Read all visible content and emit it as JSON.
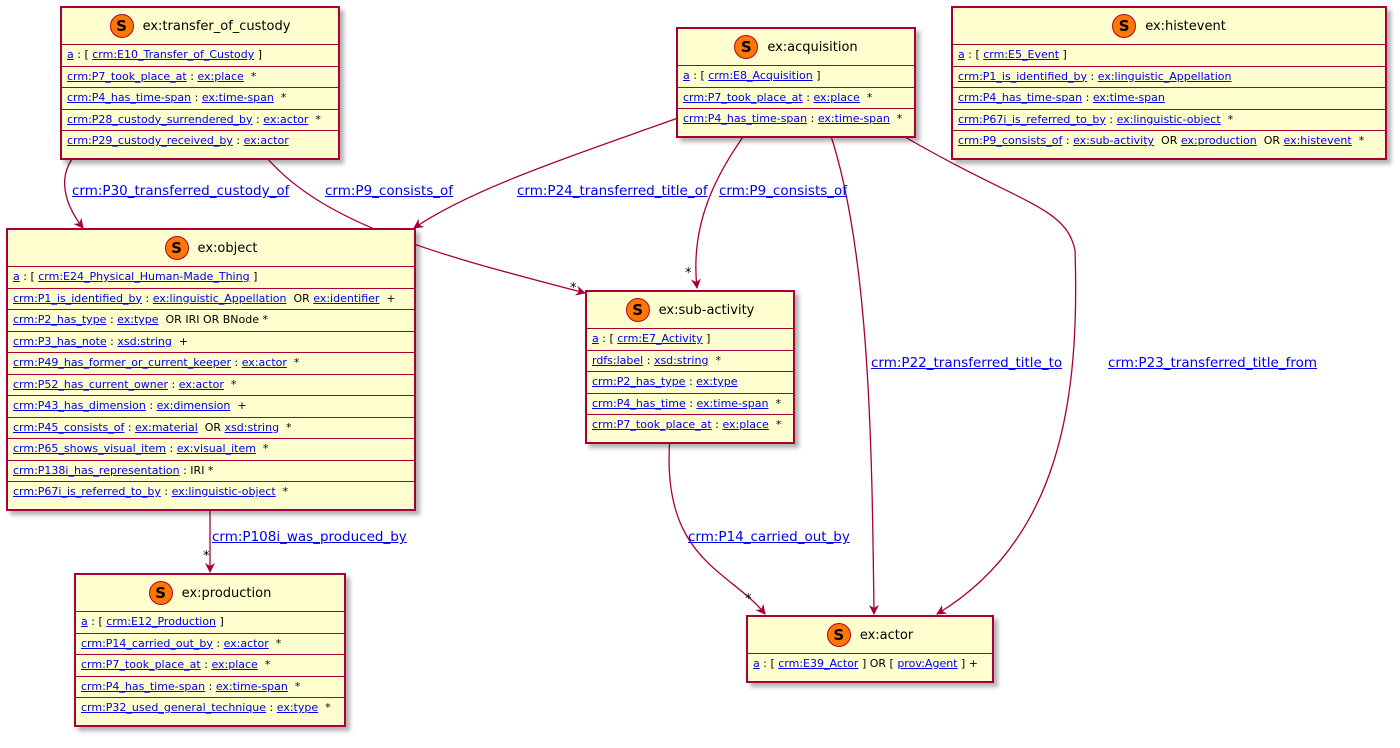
{
  "shapes": [
    {
      "id": "transfer",
      "title": "ex:transfer_of_custody",
      "rows": [
        [
          [
            "l",
            "a"
          ],
          [
            "t",
            " : [ "
          ],
          [
            "l",
            "crm:E10_Transfer_of_Custody"
          ],
          [
            "t",
            " ]"
          ]
        ],
        [
          [
            "l",
            "crm:P7_took_place_at"
          ],
          [
            "t",
            " : "
          ],
          [
            "l",
            "ex:place"
          ],
          [
            "t",
            "  *"
          ]
        ],
        [
          [
            "l",
            "crm:P4_has_time-span"
          ],
          [
            "t",
            " : "
          ],
          [
            "l",
            "ex:time-span"
          ],
          [
            "t",
            "  *"
          ]
        ],
        [
          [
            "l",
            "crm:P28_custody_surrendered_by"
          ],
          [
            "t",
            " : "
          ],
          [
            "l",
            "ex:actor"
          ],
          [
            "t",
            "  *"
          ]
        ],
        [
          [
            "l",
            "crm:P29_custody_received_by"
          ],
          [
            "t",
            " : "
          ],
          [
            "l",
            "ex:actor"
          ]
        ]
      ]
    },
    {
      "id": "acquisition",
      "title": "ex:acquisition",
      "rows": [
        [
          [
            "l",
            "a"
          ],
          [
            "t",
            " : [ "
          ],
          [
            "l",
            "crm:E8_Acquisition"
          ],
          [
            "t",
            " ]"
          ]
        ],
        [
          [
            "l",
            "crm:P7_took_place_at"
          ],
          [
            "t",
            " : "
          ],
          [
            "l",
            "ex:place"
          ],
          [
            "t",
            "  *"
          ]
        ],
        [
          [
            "l",
            "crm:P4_has_time-span"
          ],
          [
            "t",
            " : "
          ],
          [
            "l",
            "ex:time-span"
          ],
          [
            "t",
            "  *"
          ]
        ]
      ]
    },
    {
      "id": "histevent",
      "title": "ex:histevent",
      "rows": [
        [
          [
            "l",
            "a"
          ],
          [
            "t",
            " : [ "
          ],
          [
            "l",
            "crm:E5_Event"
          ],
          [
            "t",
            " ]"
          ]
        ],
        [
          [
            "l",
            "crm:P1_is_identified_by"
          ],
          [
            "t",
            " : "
          ],
          [
            "l",
            "ex:linguistic_Appellation"
          ]
        ],
        [
          [
            "l",
            "crm:P4_has_time-span"
          ],
          [
            "t",
            " : "
          ],
          [
            "l",
            "ex:time-span"
          ]
        ],
        [
          [
            "l",
            "crm:P67i_is_referred_to_by"
          ],
          [
            "t",
            " : "
          ],
          [
            "l",
            "ex:linguistic-object"
          ],
          [
            "t",
            "  *"
          ]
        ],
        [
          [
            "l",
            "crm:P9_consists_of"
          ],
          [
            "t",
            " : "
          ],
          [
            "l",
            "ex:sub-activity"
          ],
          [
            "t",
            "  OR "
          ],
          [
            "l",
            "ex:production"
          ],
          [
            "t",
            "  OR "
          ],
          [
            "l",
            "ex:histevent"
          ],
          [
            "t",
            "  *"
          ]
        ]
      ]
    },
    {
      "id": "object",
      "title": "ex:object",
      "rows": [
        [
          [
            "l",
            "a"
          ],
          [
            "t",
            " : [ "
          ],
          [
            "l",
            "crm:E24_Physical_Human-Made_Thing"
          ],
          [
            "t",
            " ]"
          ]
        ],
        [
          [
            "l",
            "crm:P1_is_identified_by"
          ],
          [
            "t",
            " : "
          ],
          [
            "l",
            "ex:linguistic_Appellation"
          ],
          [
            "t",
            "  OR "
          ],
          [
            "l",
            "ex:identifier"
          ],
          [
            "t",
            "  +"
          ]
        ],
        [
          [
            "l",
            "crm:P2_has_type"
          ],
          [
            "t",
            " : "
          ],
          [
            "l",
            "ex:type"
          ],
          [
            "t",
            "  OR IRI OR BNode *"
          ]
        ],
        [
          [
            "l",
            "crm:P3_has_note"
          ],
          [
            "t",
            " : "
          ],
          [
            "l",
            "xsd:string"
          ],
          [
            "t",
            "  +"
          ]
        ],
        [
          [
            "l",
            "crm:P49_has_former_or_current_keeper"
          ],
          [
            "t",
            " : "
          ],
          [
            "l",
            "ex:actor"
          ],
          [
            "t",
            "  *"
          ]
        ],
        [
          [
            "l",
            "crm:P52_has_current_owner"
          ],
          [
            "t",
            " : "
          ],
          [
            "l",
            "ex:actor"
          ],
          [
            "t",
            "  *"
          ]
        ],
        [
          [
            "l",
            "crm:P43_has_dimension"
          ],
          [
            "t",
            " : "
          ],
          [
            "l",
            "ex:dimension"
          ],
          [
            "t",
            "  +"
          ]
        ],
        [
          [
            "l",
            "crm:P45_consists_of"
          ],
          [
            "t",
            " : "
          ],
          [
            "l",
            "ex:material"
          ],
          [
            "t",
            "  OR "
          ],
          [
            "l",
            "xsd:string"
          ],
          [
            "t",
            "  *"
          ]
        ],
        [
          [
            "l",
            "crm:P65_shows_visual_item"
          ],
          [
            "t",
            " : "
          ],
          [
            "l",
            "ex:visual_item"
          ],
          [
            "t",
            "  *"
          ]
        ],
        [
          [
            "l",
            "crm:P138i_has_representation"
          ],
          [
            "t",
            " : IRI *"
          ]
        ],
        [
          [
            "l",
            "crm:P67i_is_referred_to_by"
          ],
          [
            "t",
            " : "
          ],
          [
            "l",
            "ex:linguistic-object"
          ],
          [
            "t",
            "  *"
          ]
        ]
      ]
    },
    {
      "id": "subactivity",
      "title": "ex:sub-activity",
      "rows": [
        [
          [
            "l",
            "a"
          ],
          [
            "t",
            " : [ "
          ],
          [
            "l",
            "crm:E7_Activity"
          ],
          [
            "t",
            " ]"
          ]
        ],
        [
          [
            "l",
            "rdfs:label"
          ],
          [
            "t",
            " : "
          ],
          [
            "l",
            "xsd:string"
          ],
          [
            "t",
            "  *"
          ]
        ],
        [
          [
            "l",
            "crm:P2_has_type"
          ],
          [
            "t",
            " : "
          ],
          [
            "l",
            "ex:type"
          ]
        ],
        [
          [
            "l",
            "crm:P4_has_time"
          ],
          [
            "t",
            " : "
          ],
          [
            "l",
            "ex:time-span"
          ],
          [
            "t",
            "  *"
          ]
        ],
        [
          [
            "l",
            "crm:P7_took_place_at"
          ],
          [
            "t",
            " : "
          ],
          [
            "l",
            "ex:place"
          ],
          [
            "t",
            "  *"
          ]
        ]
      ]
    },
    {
      "id": "production",
      "title": "ex:production",
      "rows": [
        [
          [
            "l",
            "a"
          ],
          [
            "t",
            " : [ "
          ],
          [
            "l",
            "crm:E12_Production"
          ],
          [
            "t",
            " ]"
          ]
        ],
        [
          [
            "l",
            "crm:P14_carried_out_by"
          ],
          [
            "t",
            " : "
          ],
          [
            "l",
            "ex:actor"
          ],
          [
            "t",
            "  *"
          ]
        ],
        [
          [
            "l",
            "crm:P7_took_place_at"
          ],
          [
            "t",
            " : "
          ],
          [
            "l",
            "ex:place"
          ],
          [
            "t",
            "  *"
          ]
        ],
        [
          [
            "l",
            "crm:P4_has_time-span"
          ],
          [
            "t",
            " : "
          ],
          [
            "l",
            "ex:time-span"
          ],
          [
            "t",
            "  *"
          ]
        ],
        [
          [
            "l",
            "crm:P32_used_general_technique"
          ],
          [
            "t",
            " : "
          ],
          [
            "l",
            "ex:type"
          ],
          [
            "t",
            "  *"
          ]
        ]
      ]
    },
    {
      "id": "actor",
      "title": "ex:actor",
      "rows": [
        [
          [
            "l",
            "a"
          ],
          [
            "t",
            " : [ "
          ],
          [
            "l",
            "crm:E39_Actor"
          ],
          [
            "t",
            " ] OR [ "
          ],
          [
            "l",
            "prov:Agent"
          ],
          [
            "t",
            " ] +"
          ]
        ]
      ]
    }
  ],
  "edges": [
    {
      "id": "e1",
      "label": "crm:P30_transferred_custody_of",
      "mult": ""
    },
    {
      "id": "e2",
      "label": "crm:P9_consists_of",
      "mult": "*"
    },
    {
      "id": "e3",
      "label": "crm:P24_transferred_title_of",
      "mult": ""
    },
    {
      "id": "e4",
      "label": "crm:P9_consists_of",
      "mult": "*"
    },
    {
      "id": "e5",
      "label": "crm:P22_transferred_title_to",
      "mult": ""
    },
    {
      "id": "e6",
      "label": "crm:P23_transferred_title_from",
      "mult": ""
    },
    {
      "id": "e7",
      "label": "crm:P108i_was_produced_by",
      "mult": "*"
    },
    {
      "id": "e8",
      "label": "crm:P14_carried_out_by",
      "mult": "*"
    }
  ],
  "badge_letter": "S",
  "colors": {
    "fill": "#fefece",
    "border": "#a80036",
    "badge": "#ff7700",
    "link": "#0000ee"
  }
}
